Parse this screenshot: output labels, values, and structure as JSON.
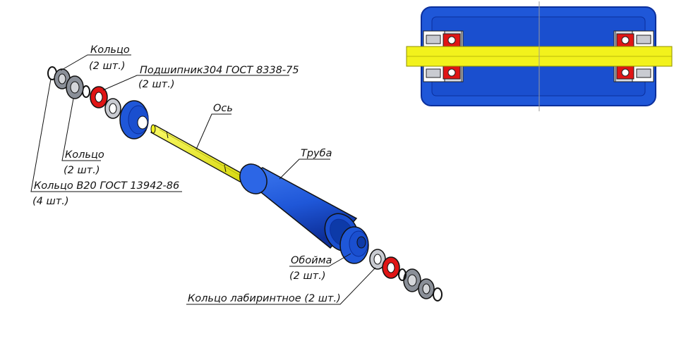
{
  "colors": {
    "tube": "#1f57d8",
    "tube_dark": "#0b2f9c",
    "shaft": "#f2f21c",
    "bearing": "#e01515",
    "ring_grey": "#8a8f98",
    "ring_light": "#d4d6da",
    "outline": "#111111",
    "section_bg": "#ffffff",
    "centerline": "#9a9a9a"
  },
  "labels": {
    "ring_top": "Кольцо",
    "ring_top_qty": "(2 шт.)",
    "bearing": "Подшипник304 ГОСТ 8338-75",
    "bearing_qty": "(2 шт.)",
    "axle": "Ось",
    "ring_mid": "Кольцо",
    "ring_mid_qty": "(2 шт.)",
    "circlip": "Кольцо В20 ГОСТ 13942-86",
    "circlip_qty": "(4 шт.)",
    "tube": "Труба",
    "housing": "Обойма",
    "housing_qty": "(2 шт.)",
    "labyrinth": "Кольцо лабиринтное (2 шт.)"
  },
  "icons": {
    "section_view": "roller-section-icon",
    "exploded_view": "roller-exploded-icon"
  }
}
